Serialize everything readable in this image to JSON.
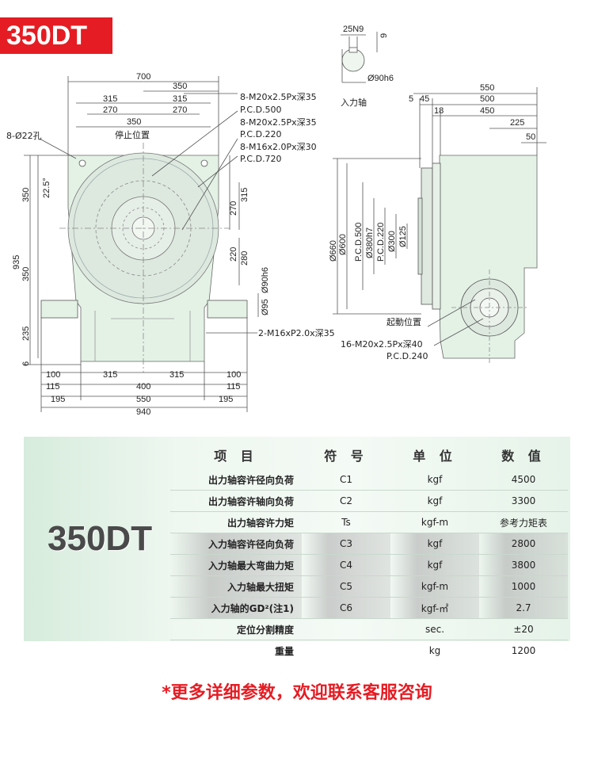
{
  "model": "350DT",
  "drawing": {
    "front_top_dims": [
      "700",
      "350",
      "315",
      "315",
      "270",
      "270",
      "350"
    ],
    "front_left_dims": [
      "350",
      "935",
      "350",
      "235",
      "6"
    ],
    "angle": "22.5°",
    "holes_label": "8-Ø22孔",
    "stop_position": "停止位置",
    "callouts": [
      "8-M20x2.5Px深35",
      "P.C.D.500",
      "8-M20x2.5Px深35",
      "P.C.D.220",
      "8-M16x2.0Px深30",
      "P.C.D.720"
    ],
    "front_right_dims": [
      "315",
      "270",
      "220",
      "280",
      "Ø90h6",
      "Ø95"
    ],
    "bottom_callout": "2-M16xP2.0x深35",
    "front_bottom_dims": [
      "100",
      "315",
      "315",
      "100",
      "115",
      "400",
      "115",
      "195",
      "550",
      "195",
      "940"
    ],
    "key_dims": [
      "25N9",
      "9",
      "Ø90h6"
    ],
    "input_shaft": "入力轴",
    "side_top_dims": [
      "550",
      "500",
      "450",
      "225",
      "50",
      "5",
      "45",
      "18"
    ],
    "side_left_dims": [
      "Ø660",
      "Ø600",
      "P.C.D.500",
      "Ø380h7",
      "P.C.D.220",
      "Ø300",
      "Ø125"
    ],
    "drive_position": "起動位置",
    "side_callout_1": "16-M20x2.5Px深40",
    "side_callout_2": "P.C.D.240"
  },
  "table": {
    "headers": [
      "项 目",
      "符 号",
      "单 位",
      "数 值"
    ],
    "rows": [
      {
        "item": "出力轴容许径向负荷",
        "symbol": "C1",
        "unit": "kgf",
        "value": "4500"
      },
      {
        "item": "出力轴容许轴向负荷",
        "symbol": "C2",
        "unit": "kgf",
        "value": "3300"
      },
      {
        "item": "出力轴容许力矩",
        "symbol": "Ts",
        "unit": "kgf-m",
        "value": "参考力矩表"
      },
      {
        "item": "入力轴容许径向负荷",
        "symbol": "C3",
        "unit": "kgf",
        "value": "2800"
      },
      {
        "item": "入力轴最大弯曲力矩",
        "symbol": "C4",
        "unit": "kgf",
        "value": "3800"
      },
      {
        "item": "入力轴最大扭矩",
        "symbol": "C5",
        "unit": "kgf-m",
        "value": "1000"
      },
      {
        "item": "入力轴的GD²(注1)",
        "symbol": "C6",
        "unit": "kgf-㎡",
        "value": "2.7"
      },
      {
        "item": "定位分割精度",
        "symbol": "",
        "unit": "sec.",
        "value": "±20"
      },
      {
        "item": "重量",
        "symbol": "",
        "unit": "kg",
        "value": "1200"
      }
    ]
  },
  "footer": "*更多详细参数，欢迎联系客服咨询",
  "colors": {
    "accent": "#e51c23",
    "body_fill": "#e4f2e6"
  }
}
